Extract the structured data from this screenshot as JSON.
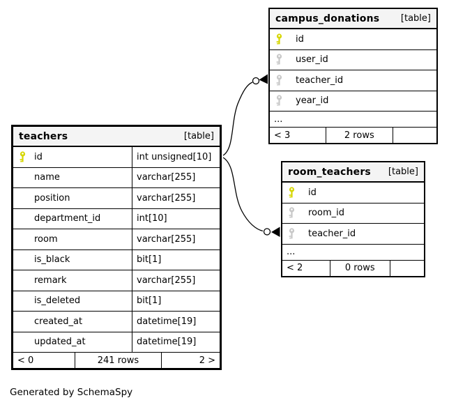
{
  "diagram": {
    "note": "Generated by SchemaSpy"
  },
  "colors": {
    "pk_key": "#d6d600",
    "fk_key": "#c8c8c8",
    "header_bg": "#f4f4f4",
    "border": "#000000"
  },
  "tables": [
    {
      "name": "teachers",
      "tag": "[table]",
      "columns": [
        {
          "name": "id",
          "type": "int unsigned[10]",
          "key": "pk"
        },
        {
          "name": "name",
          "type": "varchar[255]",
          "key": null
        },
        {
          "name": "position",
          "type": "varchar[255]",
          "key": null
        },
        {
          "name": "department_id",
          "type": "int[10]",
          "key": null
        },
        {
          "name": "room",
          "type": "varchar[255]",
          "key": null
        },
        {
          "name": "is_black",
          "type": "bit[1]",
          "key": null
        },
        {
          "name": "remark",
          "type": "varchar[255]",
          "key": null
        },
        {
          "name": "is_deleted",
          "type": "bit[1]",
          "key": null
        },
        {
          "name": "created_at",
          "type": "datetime[19]",
          "key": null
        },
        {
          "name": "updated_at",
          "type": "datetime[19]",
          "key": null
        }
      ],
      "ellipsis": null,
      "footer": {
        "left": "< 0",
        "center": "241 rows",
        "right": "2 >"
      }
    },
    {
      "name": "campus_donations",
      "tag": "[table]",
      "columns": [
        {
          "name": "id",
          "type": null,
          "key": "pk"
        },
        {
          "name": "user_id",
          "type": null,
          "key": "fk"
        },
        {
          "name": "teacher_id",
          "type": null,
          "key": "fk"
        },
        {
          "name": "year_id",
          "type": null,
          "key": "fk"
        }
      ],
      "ellipsis": "...",
      "footer": {
        "left": "< 3",
        "center": "2 rows",
        "right": ""
      }
    },
    {
      "name": "room_teachers",
      "tag": "[table]",
      "columns": [
        {
          "name": "id",
          "type": null,
          "key": "pk"
        },
        {
          "name": "room_id",
          "type": null,
          "key": "fk"
        },
        {
          "name": "teacher_id",
          "type": null,
          "key": "fk"
        }
      ],
      "ellipsis": "...",
      "footer": {
        "left": "< 2",
        "center": "0 rows",
        "right": ""
      }
    }
  ],
  "relationships": [
    {
      "from": "teachers.id",
      "to": "campus_donations.teacher_id"
    },
    {
      "from": "teachers.id",
      "to": "room_teachers.teacher_id"
    }
  ]
}
